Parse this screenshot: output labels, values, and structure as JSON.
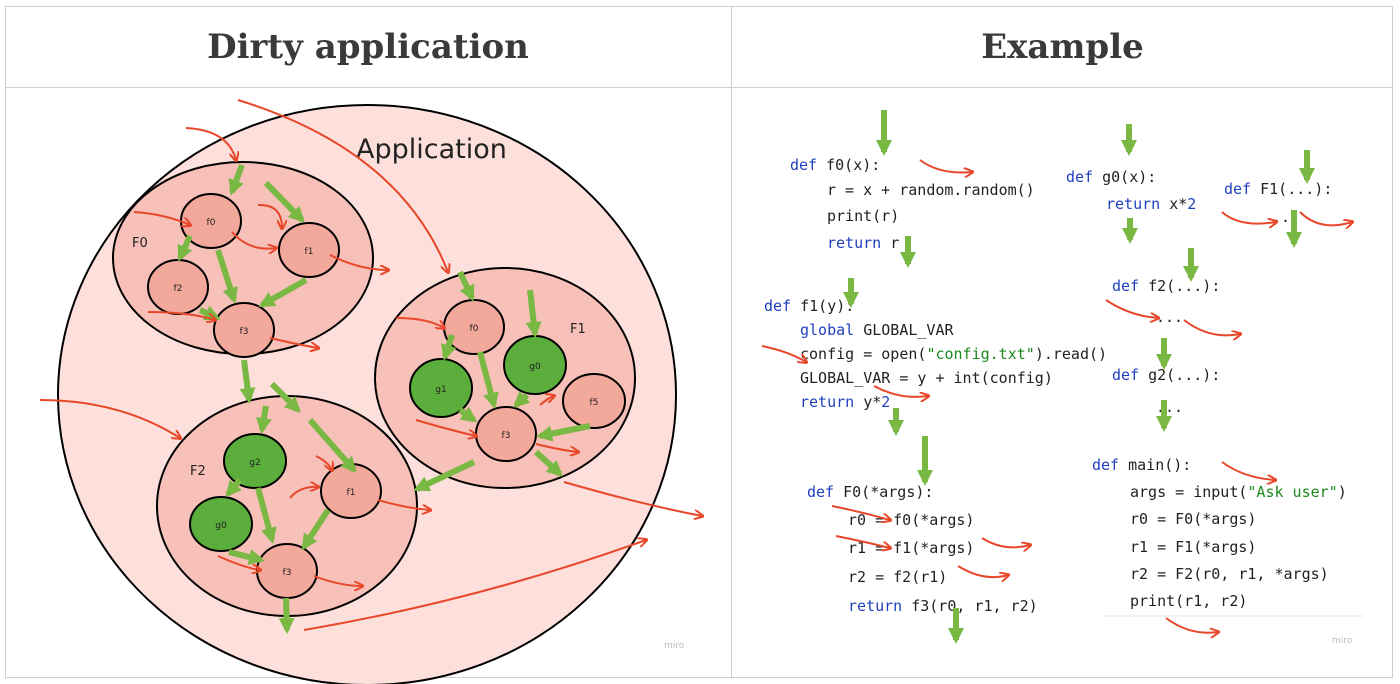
{
  "headers": {
    "left": "Dirty application",
    "right": "Example"
  },
  "diagram": {
    "app_label": "Application",
    "groups": {
      "F0": "F0",
      "F1": "F1",
      "F2": "F2"
    },
    "nodes": {
      "F0_f0": "f0",
      "F0_f1": "f1",
      "F0_f2": "f2",
      "F0_f3": "f3",
      "F1_f0": "f0",
      "F1_g0": "g0",
      "F1_g1": "g1",
      "F1_f5": "f5",
      "F1_f3": "f3",
      "F2_g2": "g2",
      "F2_f1": "f1",
      "F2_g0": "g0",
      "F2_f3": "f3"
    },
    "watermark": "miro"
  },
  "code": {
    "f0": {
      "sig_kw": "def",
      "sig": " f0(x):",
      "l1": "r = x + random.random()",
      "l2": "print(r)",
      "l3_kw": "return",
      "l3": " r"
    },
    "g0": {
      "sig_kw": "def",
      "sig": " g0(x):",
      "l1_kw": "return",
      "l1": " x*",
      "l1_num": "2"
    },
    "F1": {
      "sig_kw": "def",
      "sig": " F1(...):",
      "l1": "..."
    },
    "f1": {
      "sig_kw": "def",
      "sig": " f1(y):",
      "l1_kw": "global",
      "l1": " GLOBAL_VAR",
      "l2a": "config = open(",
      "l2_str": "\"config.txt\"",
      "l2b": ").read()",
      "l3": "GLOBAL_VAR = y + int(config)",
      "l4_kw": "return",
      "l4": " y*",
      "l4_num": "2"
    },
    "f2": {
      "sig_kw": "def",
      "sig": " f2(...):",
      "l1": "..."
    },
    "g2": {
      "sig_kw": "def",
      "sig": " g2(...):",
      "l1": "..."
    },
    "F0": {
      "sig_kw": "def",
      "sig": " F0(*args):",
      "l1": "r0 = f0(*args)",
      "l2": "r1 = f1(*args)",
      "l3": "r2 = f2(r1)",
      "l4_kw": "return",
      "l4": " f3(r0, r1, r2)"
    },
    "main": {
      "sig_kw": "def",
      "sig": " main():",
      "l1a": "args = input(",
      "l1_str": "\"Ask user\"",
      "l1b": ")",
      "l2": "r0 = F0(*args)",
      "l3": "r1 = F1(*args)",
      "l4": "r2 = F2(r0, r1, *args)",
      "l5": "print(r1, r2)"
    },
    "watermark": "miro"
  },
  "colors": {
    "app_fill": "#fde0dc",
    "group_fill": "#f7c0b8",
    "node_fill": "#f3a89c",
    "green_node": "#5cae3c",
    "red_arrow": "#e8472a",
    "green_arrow": "#79b842"
  }
}
